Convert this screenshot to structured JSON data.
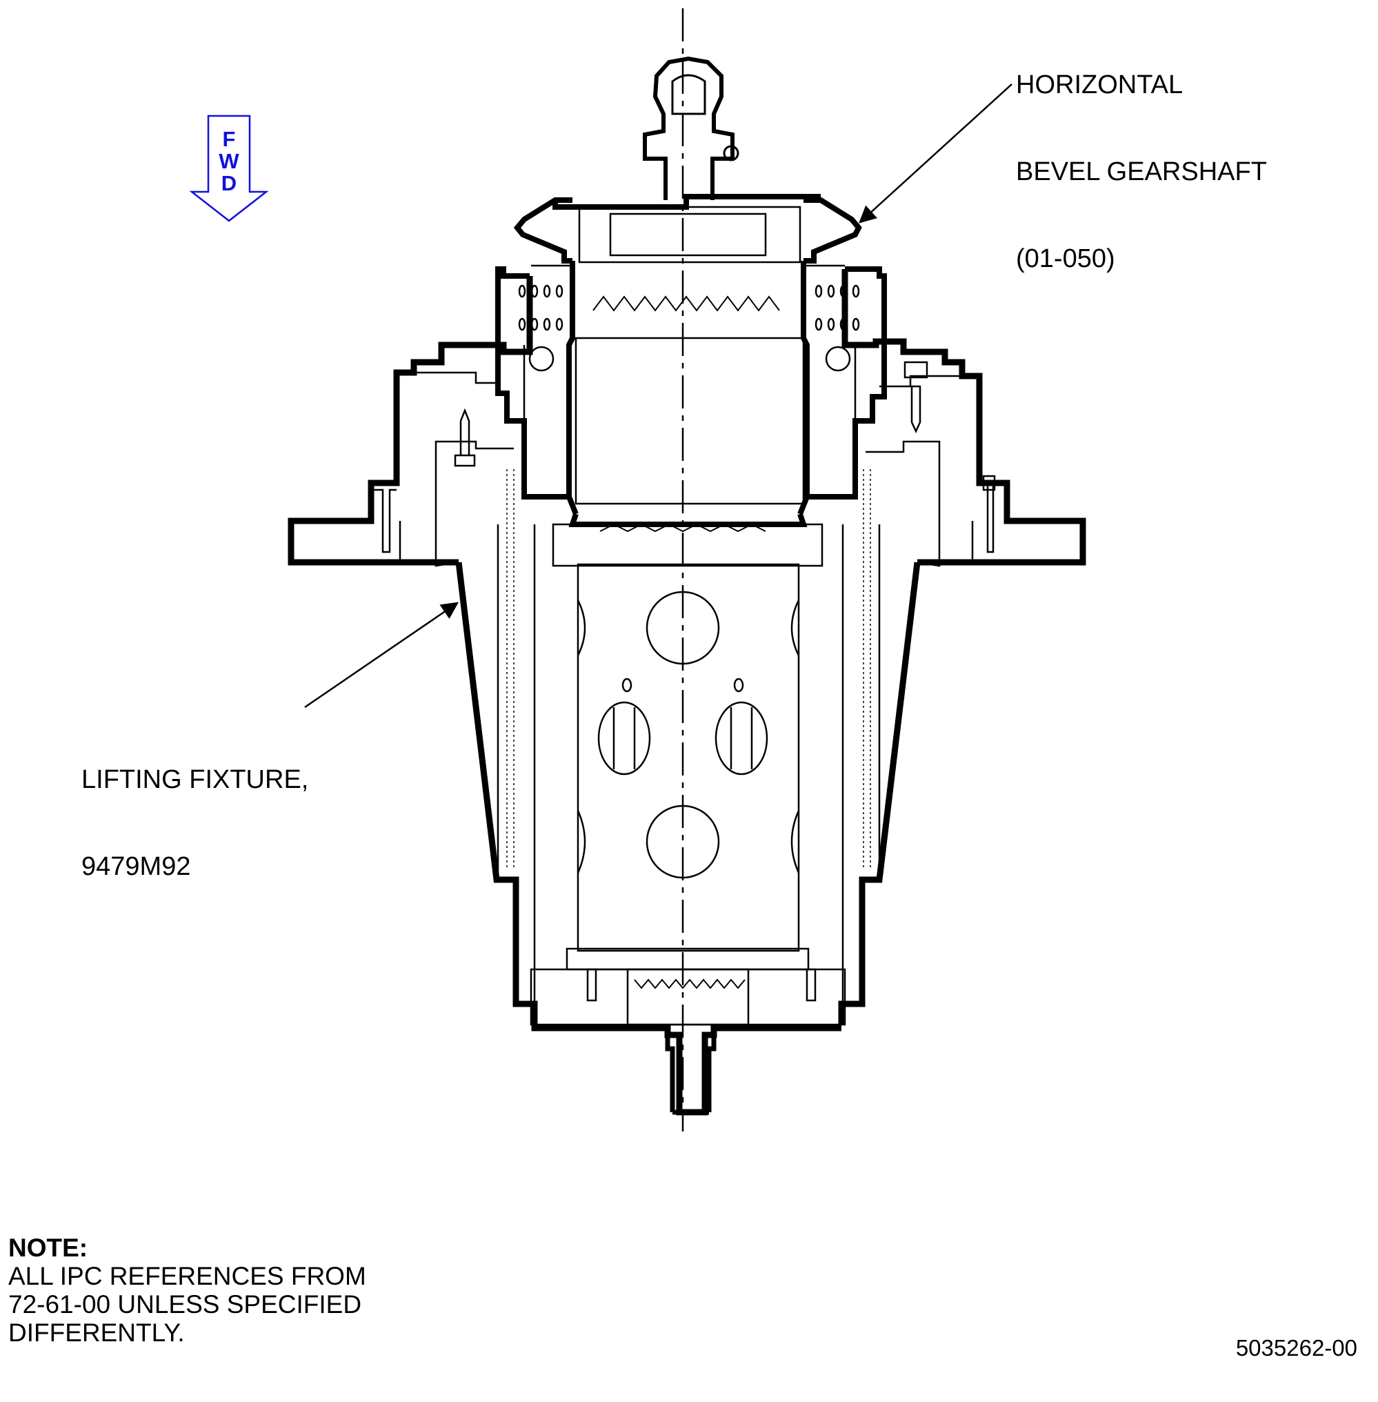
{
  "fwd_arrow": {
    "letters": [
      "F",
      "W",
      "D"
    ],
    "color": "#1010e0"
  },
  "callouts": {
    "gearshaft": {
      "lines": [
        "HORIZONTAL",
        "BEVEL GEARSHAFT",
        "(01-050)"
      ]
    },
    "lifting_fixture": {
      "lines": [
        "LIFTING FIXTURE,",
        "9479M92"
      ]
    }
  },
  "note": {
    "title": "NOTE:",
    "lines": [
      "ALL IPC REFERENCES FROM",
      "72-61-00 UNLESS SPECIFIED",
      "DIFFERENTLY."
    ]
  },
  "drawing_number": "5035262-00",
  "colors": {
    "line": "#000000",
    "fwd": "#1010e0",
    "background": "#ffffff"
  }
}
